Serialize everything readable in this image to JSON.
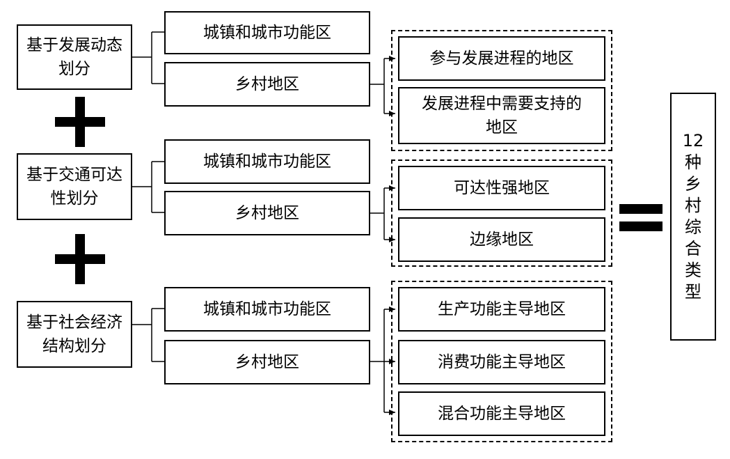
{
  "dimensions": [
    {
      "label": "基于发展动态划分",
      "categories": [
        "城镇和城市功能区",
        "乡村地区"
      ],
      "subtypes": [
        "参与发展进程的地区",
        "发展进程中需要支持的地区"
      ]
    },
    {
      "label": "基于交通可达性划分",
      "categories": [
        "城镇和城市功能区",
        "乡村地区"
      ],
      "subtypes": [
        "可达性强地区",
        "边缘地区"
      ]
    },
    {
      "label": "基于社会经济结构划分",
      "categories": [
        "城镇和城市功能区",
        "乡村地区"
      ],
      "subtypes": [
        "生产功能主导地区",
        "消费功能主导地区",
        "混合功能主导地区"
      ]
    }
  ],
  "operators": {
    "plus": "+",
    "equals": "="
  },
  "result": {
    "chars": [
      "12",
      "种",
      "乡",
      "村",
      "综",
      "合",
      "类",
      "型"
    ]
  }
}
